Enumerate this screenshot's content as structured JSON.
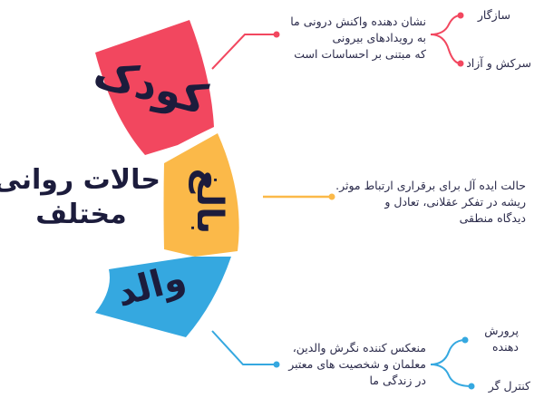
{
  "title": {
    "line1": "حالات روانی",
    "line2": "مختلف"
  },
  "colors": {
    "child": "#f2475f",
    "adult": "#fbb949",
    "parent": "#35a8e0",
    "text": "#2b2b4b"
  },
  "segments": [
    {
      "label": "کودک",
      "color": "#f2475f",
      "description": [
        "نشان دهنده واکنش درونی ما",
        "به رویدادهای بیرونی",
        "که مبتنی بر احساسات است"
      ],
      "leaves": [
        "سازگار",
        "سرکش و آزاد"
      ]
    },
    {
      "label": "بالغ",
      "color": "#fbb949",
      "description": [
        "حالت ایده آل برای برقراری ارتباط موثر.",
        "ریشه در تفکر عقلانی، تعادل و",
        "دیدگاه منطقی"
      ],
      "leaves": []
    },
    {
      "label": "والد",
      "color": "#35a8e0",
      "description": [
        "منعکس کننده نگرش والدین،",
        "معلمان و شخصیت های معتبر",
        "در زندگی ما"
      ],
      "leaves": [
        "پرورش دهنده",
        "کنترل گر"
      ]
    }
  ]
}
